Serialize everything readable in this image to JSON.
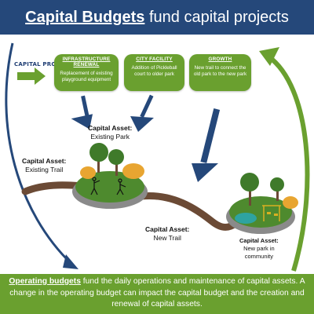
{
  "header": {
    "title_bold": "Capital Budgets",
    "title_rest": " fund capital projects"
  },
  "side_label": "CAPITAL PROJECTS",
  "categories": [
    {
      "title": "INFRASTRUCTURE RENEWAL",
      "description": "Replacement of existing playground equipment"
    },
    {
      "title": "CITY FACILITY",
      "description": "Addition of Pickleball court to older park"
    },
    {
      "title": "GROWTH",
      "description": "New trail to connect the old park to the new park"
    }
  ],
  "assets": {
    "existing_park": {
      "label": "Capital Asset:",
      "name": "Existing Park"
    },
    "existing_trail": {
      "label": "Capital Asset:",
      "name": "Existing Trail"
    },
    "new_trail": {
      "label": "Capital Asset:",
      "name": "New Trail"
    },
    "new_park": {
      "label": "Capital Asset:",
      "name": "New park in",
      "name2": "community"
    }
  },
  "footer": {
    "lead": "Operating budgets",
    "text": " fund the daily operations and maintenance of capital assets. A change in the operating budget can impact the capital budget and the creation and renewal of capital assets."
  },
  "colors": {
    "navy": "#25487a",
    "green": "#6aa02f",
    "trail": "#6b4a35",
    "grass": "#4e8a2e",
    "autumn": "#e8a531"
  }
}
